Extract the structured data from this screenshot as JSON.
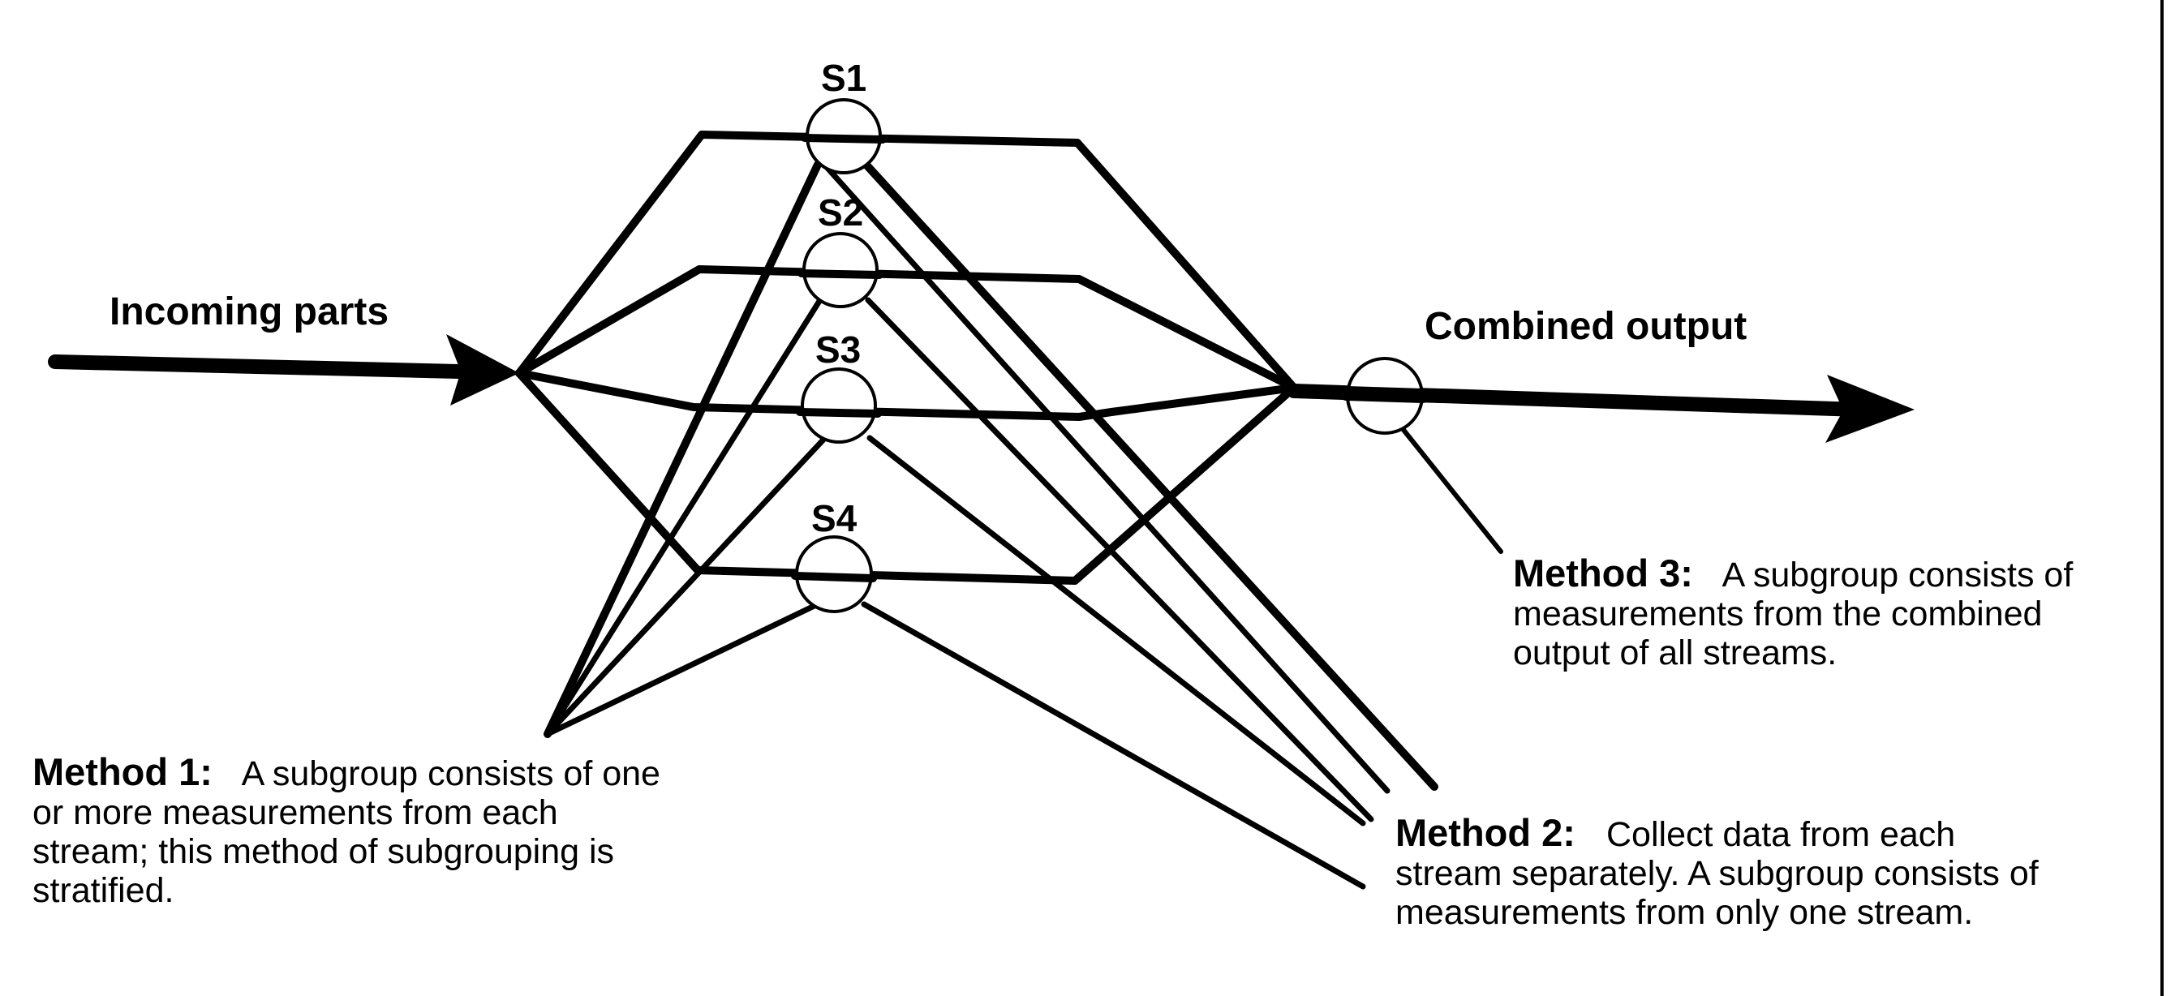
{
  "streams": [
    {
      "id": "S1",
      "label": "S1"
    },
    {
      "id": "S2",
      "label": "S2"
    },
    {
      "id": "S3",
      "label": "S3"
    },
    {
      "id": "S4",
      "label": "S4"
    }
  ],
  "incoming_label": "Incoming parts",
  "output_label": "Combined output",
  "methods": {
    "method1": {
      "title": "Method 1:",
      "text": "A subgroup consists of one or more measurements from each stream; this method of subgrouping is stratified."
    },
    "method2": {
      "title": "Method 2:",
      "text": "Collect data from each stream separately. A subgroup consists of measurements from only one stream."
    },
    "method3": {
      "title": "Method 3:",
      "text": "A subgroup consists of measurements from the combined output of all streams."
    }
  },
  "colors": {
    "ink": "#000000",
    "background": "#ffffff"
  }
}
